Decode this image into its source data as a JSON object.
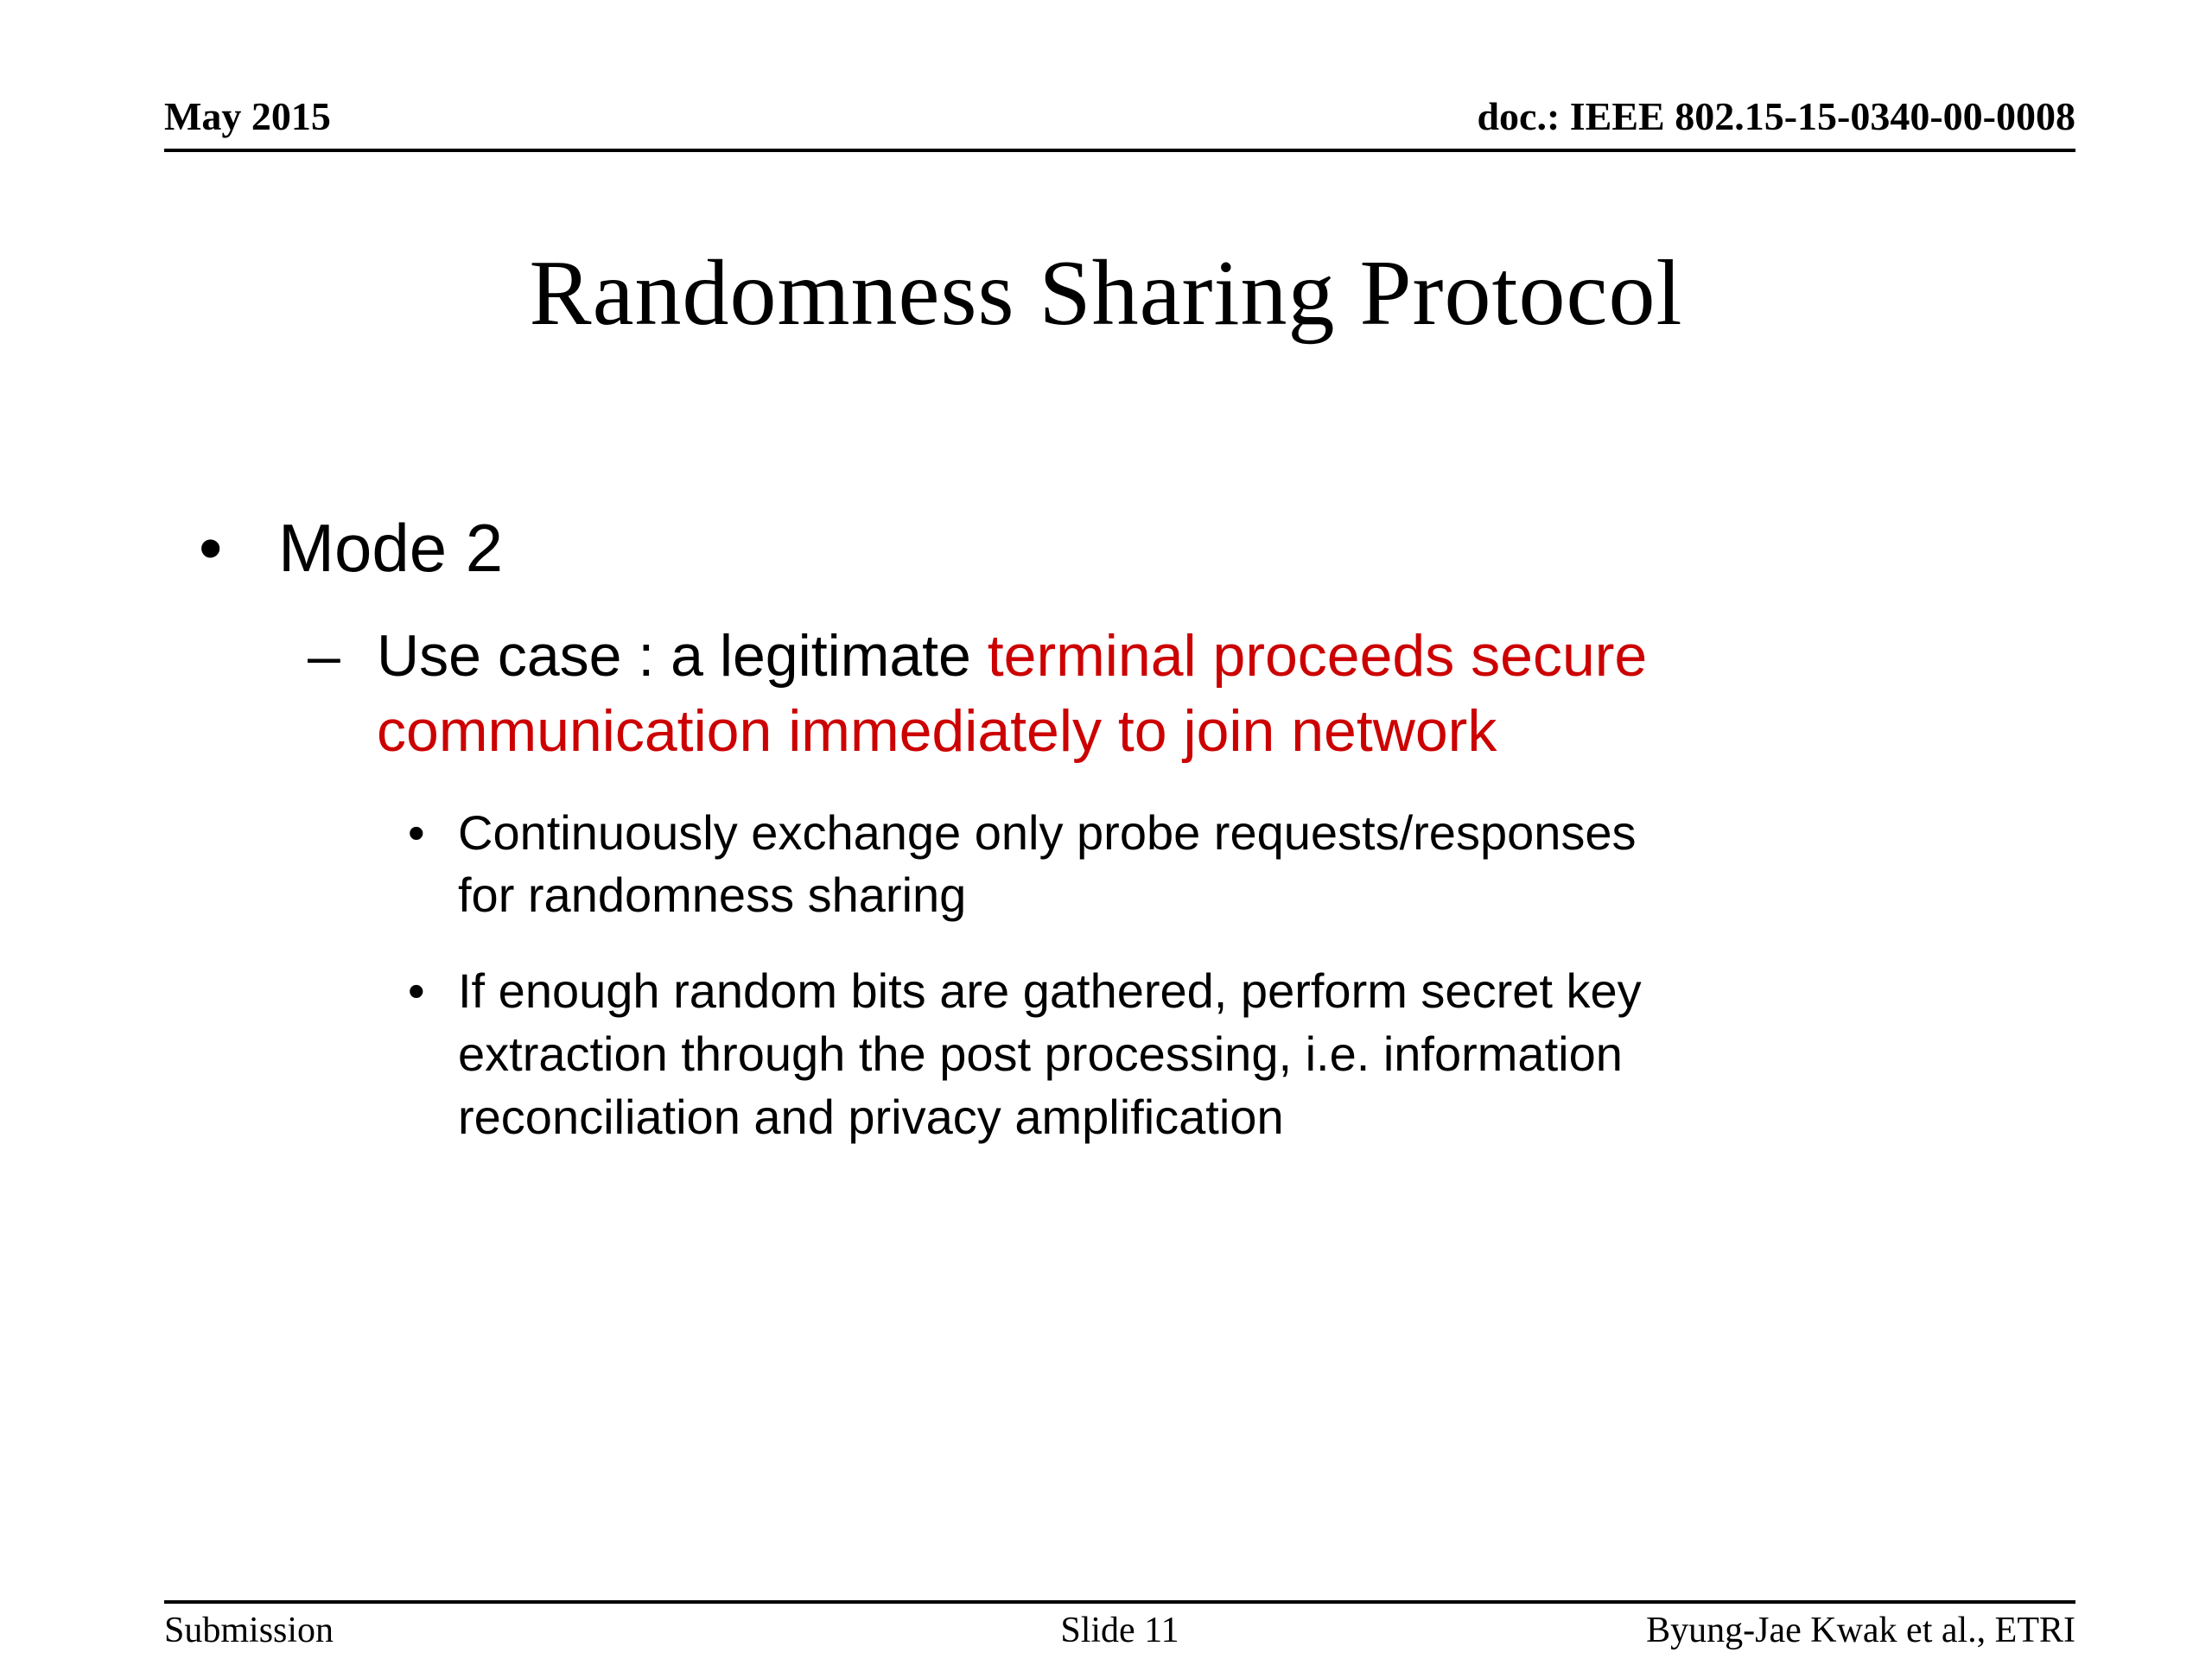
{
  "header": {
    "date": "May 2015",
    "doc": "doc.: IEEE 802.15-15-0340-00-0008"
  },
  "title": "Randomness Sharing Protocol",
  "markers": {
    "bullet1": "•",
    "dash": "–",
    "bullet3": "•"
  },
  "body": {
    "mode_heading": "Mode 2",
    "use_case_black": "Use case : a legitimate ",
    "use_case_red": "terminal proceeds secure\ncommunication immediately to join network",
    "sub_bullet_1": "Continuously exchange only probe requests/responses\nfor randomness sharing",
    "sub_bullet_2": "If enough random bits are gathered, perform secret key\nextraction through the post processing, i.e. information\nreconciliation and privacy amplification"
  },
  "footer": {
    "left": "Submission",
    "center": "Slide 11",
    "right": "Byung-Jae Kwak et al., ETRI"
  },
  "colors": {
    "accent_red": "#cc0000",
    "text": "#000000",
    "background": "#ffffff"
  }
}
